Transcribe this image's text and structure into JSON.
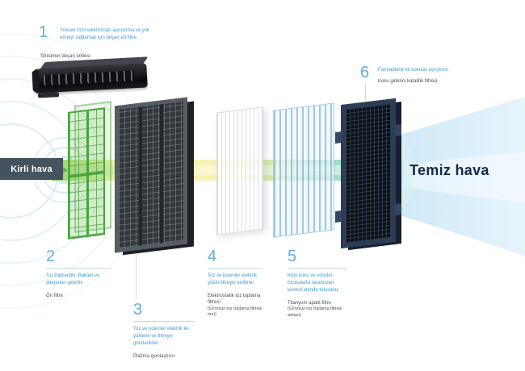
{
  "labels": {
    "dirty_air": "Kirli hava",
    "clean_air": "Temiz hava"
  },
  "steps": {
    "s1": {
      "num": "1",
      "desc": "Yüksek hızlı elektronları ayrıştırma ve yok etmeyi sağlamak için deşarj ed filtre",
      "label": "Streamer deşarj ünitesi"
    },
    "s2": {
      "num": "2",
      "desc": "Toz hapsedilir. Bakteri ve alerjenler giderilir",
      "label": "Ön filtre"
    },
    "s3": {
      "num": "3",
      "desc": "Toz ve polenler elektrik ile yüklenir ve filtreye gönderilirler",
      "label": "Plazma iyonlaştırıcı"
    },
    "s4": {
      "num": "4",
      "desc": "Toz ve polenler elektrik yüklü filtreyle emilirler",
      "label": "Elektrostatik toz toplama filtresi",
      "sublabel": "(Ücretsiz toz toplama filtresi önü)"
    },
    "s5": {
      "num": "5",
      "desc": "Kötü koku ve virüsler fotokatalist tarafından kontrol altında tutulurlar",
      "label": "Titanyum apatit filtre",
      "sublabel": "(Ücretsiz toz toplama filtresi arkası)"
    },
    "s6": {
      "num": "6",
      "desc": "Formaldehit ve kokular ayrıştırılır",
      "label": "Koku giderici katalitik filtresi"
    }
  },
  "colors": {
    "accent_blue": "#62aede",
    "desc_blue": "#3d9ad2",
    "label_gray": "#4a5258",
    "dirty_air_bg": "#45535f",
    "clean_air_text": "#16284e",
    "pre_filter_green": "#49a53e",
    "navy_filter": "#2c3e57",
    "beam_yellow": "#f6f3ae",
    "ripple_blue": "#d7edf9"
  }
}
